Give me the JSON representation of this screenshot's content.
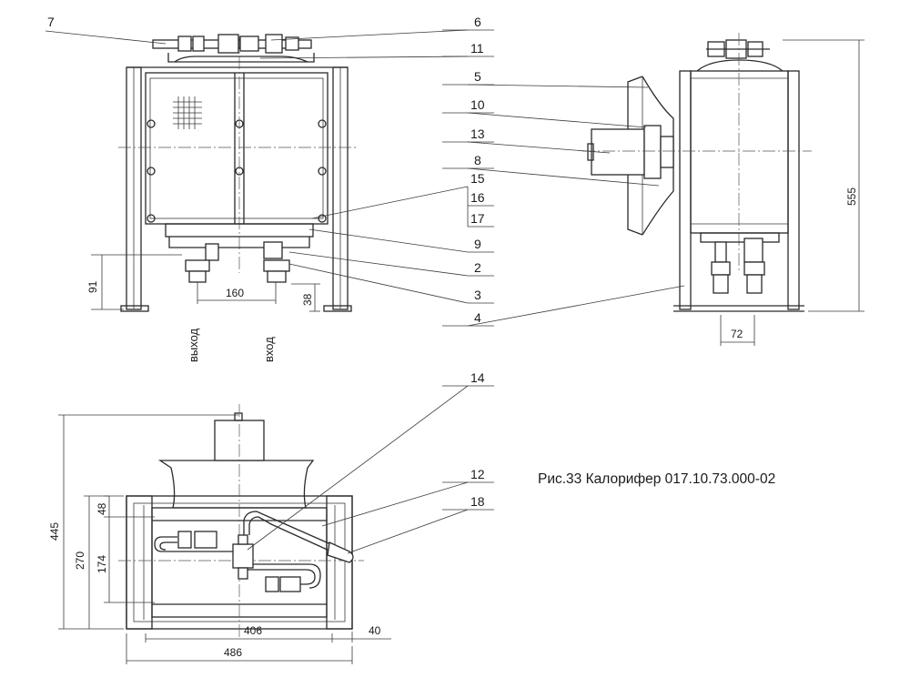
{
  "caption": "Рис.33 Калорифер 017.10.73.000-02",
  "part_labels": {
    "p7": "7",
    "p6": "6",
    "p11": "11",
    "p5": "5",
    "p10": "10",
    "p13": "13",
    "p8": "8",
    "p15": "15",
    "p16": "16",
    "p17": "17",
    "p9": "9",
    "p2": "2",
    "p3": "3",
    "p4": "4",
    "p14": "14",
    "p12": "12",
    "p18": "18"
  },
  "dimensions": {
    "d91": "91",
    "d160": "160",
    "d38": "38",
    "d555": "555",
    "d72": "72",
    "d445": "445",
    "d270": "270",
    "d174": "174",
    "d48": "48",
    "d406": "406",
    "d40": "40",
    "d486": "486"
  },
  "port_labels": {
    "outlet": "выход",
    "inlet": "вход"
  }
}
